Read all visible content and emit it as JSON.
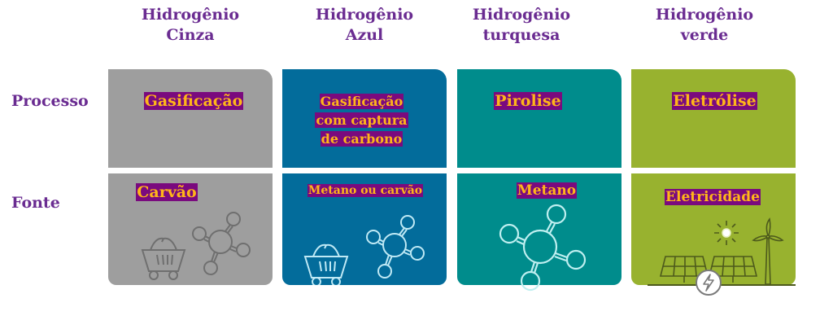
{
  "colors": {
    "heading": "#6a2c91",
    "label_text": "#ffb619",
    "label_bg": "#7a0a7e",
    "gray": "#9e9e9e",
    "blue": "#036c9b",
    "teal": "#008c8c",
    "green": "#98b22f"
  },
  "columns": [
    {
      "line1": "Hidrogênio",
      "line2": "Cinza"
    },
    {
      "line1": "Hidrogênio",
      "line2": "Azul"
    },
    {
      "line1": "Hidrogênio",
      "line2": "turquesa"
    },
    {
      "line1": "Hidrogênio",
      "line2": "verde"
    }
  ],
  "rows": {
    "process": "Processo",
    "source": "Fonte"
  },
  "process": [
    {
      "text": "Gasificação"
    },
    {
      "line1": "Gasificação",
      "line2": "com captura",
      "line3": "de carbono"
    },
    {
      "text": "Pirolise"
    },
    {
      "text": "Eletrólise"
    }
  ],
  "source": [
    {
      "text": "Carvão",
      "icons": [
        "coal-cart-icon",
        "molecule-icon"
      ]
    },
    {
      "text": "Metano ou carvão",
      "icons": [
        "coal-cart-icon",
        "molecule-icon"
      ]
    },
    {
      "text": "Metano",
      "icons": [
        "molecule-icon"
      ]
    },
    {
      "text": "Eletricidade",
      "icons": [
        "solar-panel-icon",
        "sun-icon",
        "wind-turbine-icon",
        "lightning-icon"
      ]
    }
  ]
}
